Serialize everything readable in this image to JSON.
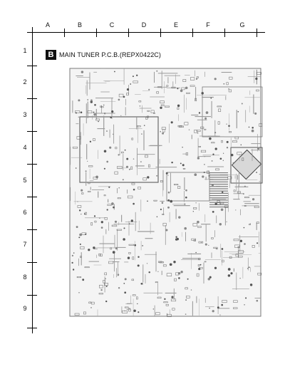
{
  "columns": [
    "A",
    "B",
    "C",
    "D",
    "E",
    "F",
    "G"
  ],
  "rows": [
    "1",
    "2",
    "3",
    "4",
    "5",
    "6",
    "7",
    "8",
    "9"
  ],
  "section_badge": "B",
  "title": "MAIN TUNER P.C.B.(REPX0422C)",
  "colors": {
    "line": "#000000",
    "trace": "#8a8a8a",
    "pad": "#555555",
    "board_bg": "#f4f4f4"
  }
}
